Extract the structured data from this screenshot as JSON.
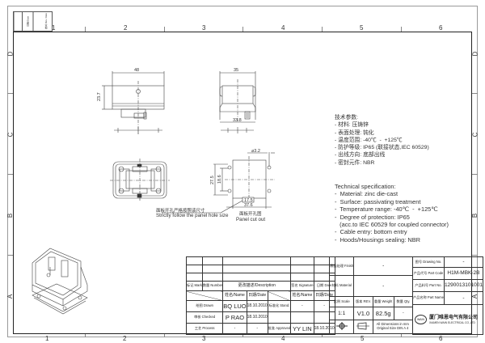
{
  "drawing": {
    "type": "engineering-drawing",
    "revision_box": {
      "labels": [
        "",
        "日期/Date",
        "",
        "版本 Rev. Date"
      ]
    },
    "zones": {
      "columns": [
        "1",
        "2",
        "3",
        "4",
        "5",
        "6"
      ],
      "rows": [
        "D",
        "C",
        "B",
        "A"
      ]
    },
    "views": {
      "front": {
        "width_dim": "48",
        "height_dim": "23.7"
      },
      "side": {
        "width_dim": "35",
        "base_dim": "33.8"
      },
      "panel_cutout": {
        "hole_dim": "⌀3.2",
        "height_outer": "27.5",
        "height_inner": "18.6",
        "width_inner": "17.5",
        "width_outer": "37.6",
        "label_cn": "面板开孔图",
        "label_en": "Panel cut out"
      },
      "note": {
        "cn": "面板开孔严格按照该尺寸",
        "en": "Strictly follow the panel hole size"
      }
    },
    "tech_params_cn": {
      "title": "技术参数:",
      "items": [
        "- 材料: 压铸锌",
        "- 表面处理: 钝化",
        "- 温度范围: -40℃  -  +125℃",
        "- 防护等级: IP65 (联接状态,IEC 60529)",
        "- 出线方向: 底部出线",
        "- 密封元件: NBR"
      ]
    },
    "tech_spec_en": {
      "title": "Technical specification:",
      "items": [
        "-  Material: zinc die-cast",
        "-  Surface: passivating treatment",
        "-  Temperature range: -40℃  -  +125℃",
        "-  Degree of protection: IP65",
        "   (acc.to IEC 60529 for coupled connector)",
        "-  Cable entry: bottom entry",
        "-  Hoods/Housings sealing: NBR"
      ]
    }
  },
  "title_block": {
    "headers": {
      "mark": "标记 Mark",
      "number": "数量 Number",
      "description": "更改描述/Description",
      "signature": "签名 Signature",
      "date": "日期 Date",
      "name": "姓名/Name",
      "date2": "日期/Date",
      "name2": "姓名/Name",
      "date3": "日期/Date"
    },
    "drawn": {
      "label": "绘图 Drawn",
      "name": "BQ  LUO",
      "date": "18.10.2010"
    },
    "stand": {
      "label": "标准化 Stand.",
      "name": "-",
      "date": "-"
    },
    "checked": {
      "label": "审核 Checked",
      "name": "P  RAO",
      "date": "18.10.2010"
    },
    "process": {
      "label": "工艺 Process",
      "name": "-",
      "date": "-"
    },
    "approved": {
      "label": "批准 Approved",
      "name": "YY  LIN",
      "date": "18.10.2010"
    },
    "finish": {
      "label": "表面处理 Finish",
      "value": "-"
    },
    "material": {
      "label": "材料 Material",
      "value": "-"
    },
    "scale": {
      "label": "比例 Scale",
      "value": "1:1"
    },
    "rev": {
      "label": "版本 REV.",
      "value": "V1.0"
    },
    "weight": {
      "label": "重量 Weight",
      "value": "82.5g"
    },
    "qty": {
      "label": "数量 Qty.",
      "value": "-"
    },
    "dimensions_note": "All Dimensions in mm Original Size DIN A 4",
    "drawing_no": {
      "label": "图号 Drawing No.",
      "value": "-"
    },
    "part_code": {
      "label": "产品代号 Part Code",
      "value": "H1M-MBK-2B"
    },
    "part_no": {
      "label": "产品料号 Part No.",
      "value": "1290013101001"
    },
    "part_name": {
      "label": "产品名称 Part Name",
      "value": "-"
    },
    "company": {
      "logo": "WAIN",
      "name_cn": "厦门唯恩电气有限公司",
      "name_en": "XIAMEN WAIN ELECTRICAL CO.,LTD"
    }
  }
}
